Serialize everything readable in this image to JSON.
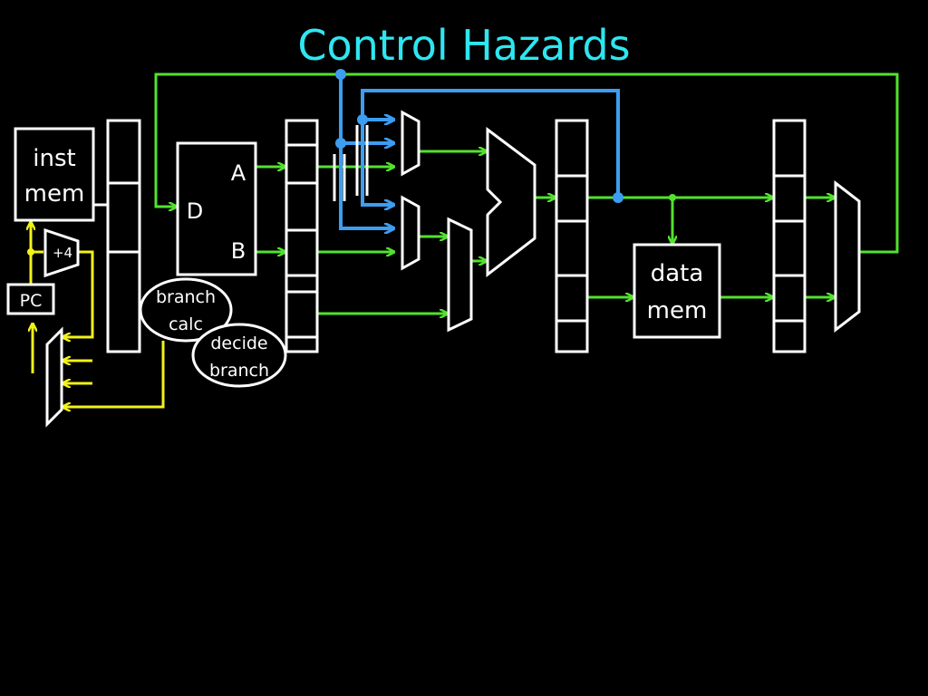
{
  "title": "Control Hazards",
  "labels": {
    "inst_mem_line1": "inst",
    "inst_mem_line2": "mem",
    "plus4": "+4",
    "pc": "PC",
    "reg_d": "D",
    "reg_a": "A",
    "reg_b": "B",
    "branch_calc_line1": "branch",
    "branch_calc_line2": "calc",
    "decide_branch_line1": "decide",
    "decide_branch_line2": "branch",
    "data_mem_line1": "data",
    "data_mem_line2": "mem"
  },
  "colors": {
    "title": "#2ee6f0",
    "wire_green": "#52e22e",
    "wire_yellow": "#f2f21a",
    "wire_blue": "#3d9df0",
    "outline": "#ffffff",
    "background": "#000000"
  }
}
